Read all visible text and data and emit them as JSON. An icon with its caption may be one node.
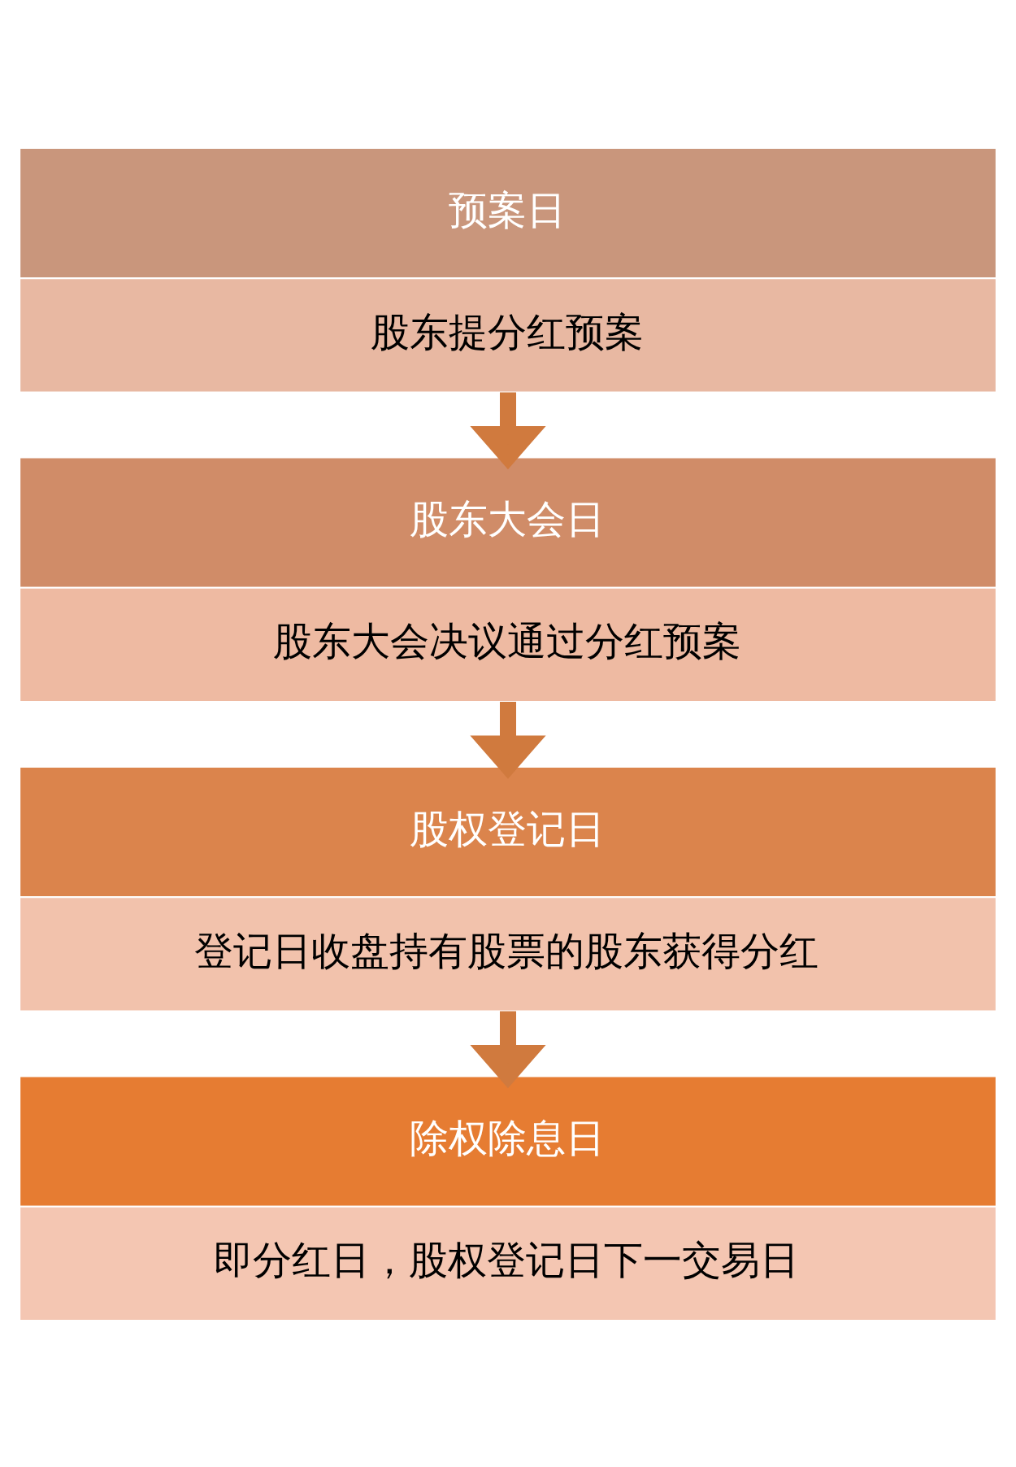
{
  "diagram": {
    "nodes": [
      {
        "text": [
          "预案日",
          "股东提分红预案"
        ]
      },
      {
        "text": [
          "股东大会日",
          "股东大会决议通过分红预案"
        ]
      },
      {
        "text": [
          "股权登记日",
          "登记日收盘持有股票的股东获得分红"
        ]
      },
      {
        "text": [
          "除权除息日",
          "即分红日，股权登记日下一交易日"
        ]
      }
    ],
    "edges": [
      {
        "from": 0,
        "to": 1,
        "arrow": "to"
      },
      {
        "from": 1,
        "to": 2,
        "arrow": "to"
      },
      {
        "from": 2,
        "to": 3,
        "arrow": "to"
      }
    ]
  }
}
